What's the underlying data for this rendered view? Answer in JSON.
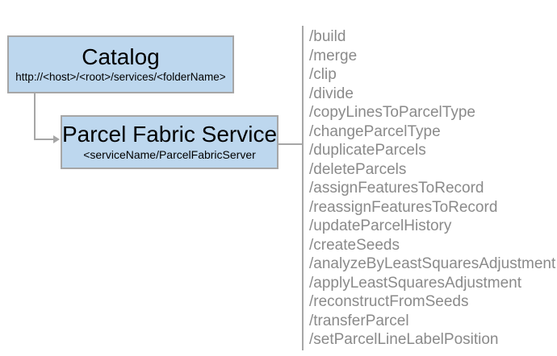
{
  "colors": {
    "background": "#FFFFFF",
    "box_fill": "#BDD7EE",
    "box_border": "#A6A6A6",
    "connector": "#A6A6A6",
    "title_text": "#000000",
    "endpoint_text": "#8A8A8A"
  },
  "catalog_box": {
    "title": "Catalog",
    "subtitle": "http://<host>/<root>/services/<folderName>"
  },
  "service_box": {
    "title": "Parcel Fabric Service",
    "subtitle": "<serviceName/ParcelFabricServer"
  },
  "endpoints": [
    "/build",
    "/merge",
    "/clip",
    "/divide",
    "/copyLinesToParcelType",
    "/changeParcelType",
    "/duplicateParcels",
    "/deleteParcels",
    "/assignFeaturesToRecord",
    "/reassignFeaturesToRecord",
    "/updateParcelHistory",
    "/createSeeds",
    "/analyzeByLeastSquaresAdjustment",
    "/applyLeastSquaresAdjustment",
    "/reconstructFromSeeds",
    "/transferParcel",
    "/setParcelLineLabelPosition"
  ]
}
